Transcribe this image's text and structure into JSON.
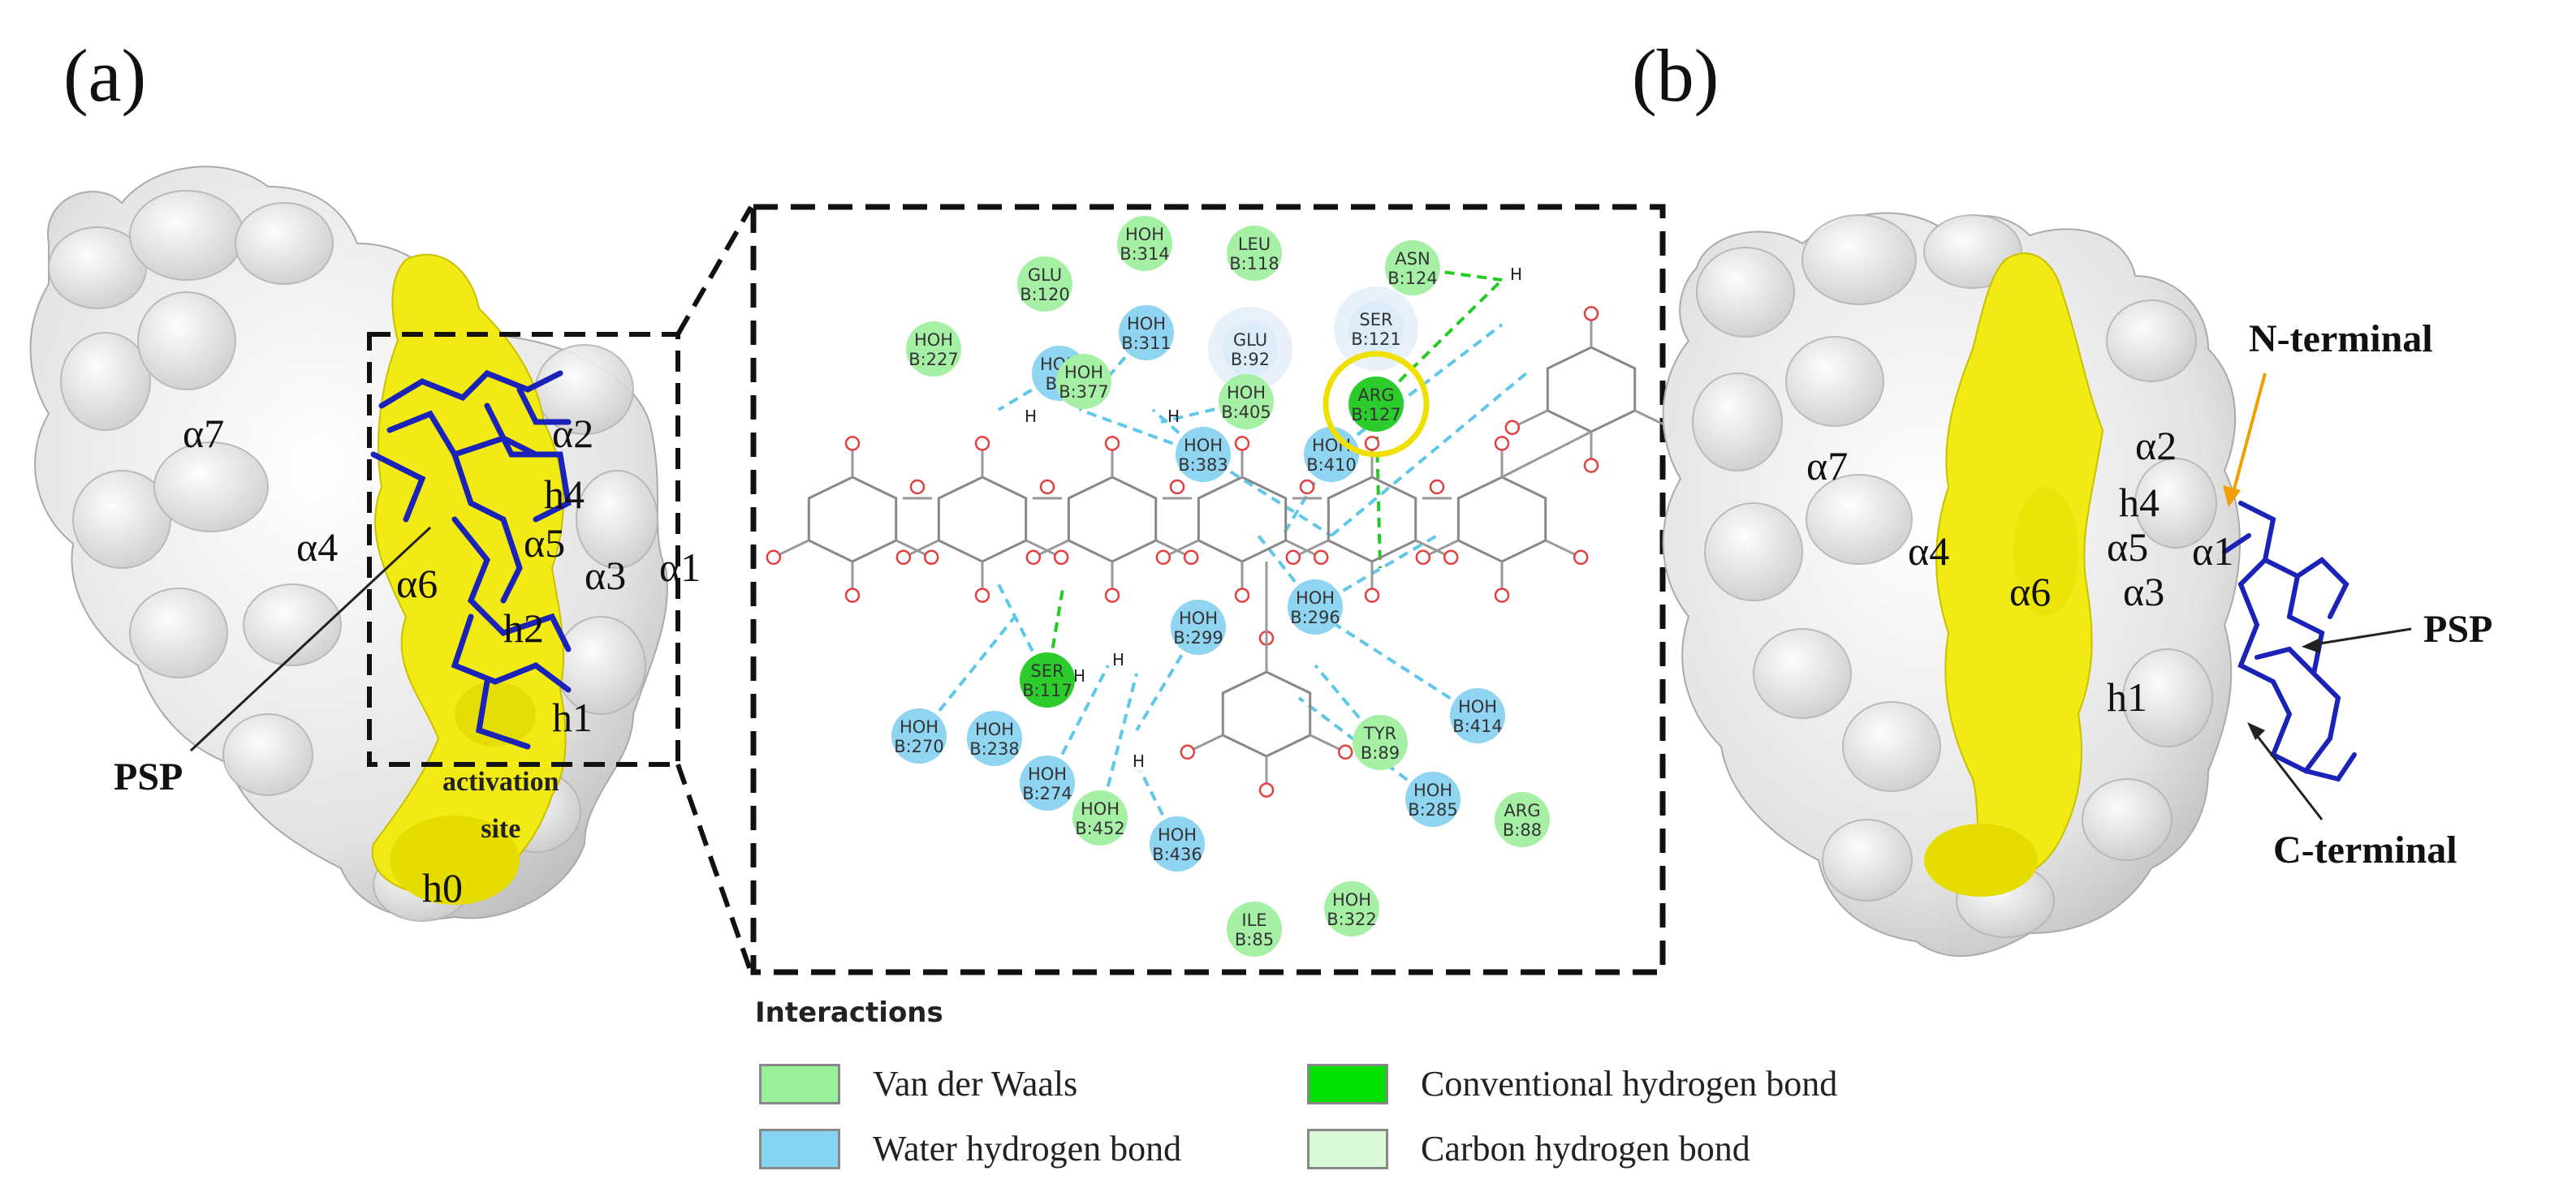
{
  "panels": {
    "a_label": "(a)",
    "b_label": "(b)"
  },
  "panel_a": {
    "helices": [
      "α7",
      "α4",
      "α6",
      "α5",
      "α3",
      "α1",
      "α2",
      "h4",
      "h2",
      "h1",
      "h0"
    ],
    "psp_label": "PSP",
    "activation_site_label": [
      "activation",
      "site"
    ]
  },
  "panel_b": {
    "helices": [
      "α7",
      "α4",
      "α6",
      "α5",
      "α3",
      "α1",
      "α2",
      "h4",
      "h1"
    ],
    "n_terminal_label": "N-terminal",
    "c_terminal_label": "C-terminal",
    "psp_label": "PSP"
  },
  "interaction_map": {
    "residues": [
      {
        "name": "GLU",
        "id": "B:120",
        "type": "vdw"
      },
      {
        "name": "HOH",
        "id": "B:314",
        "type": "vdw"
      },
      {
        "name": "LEU",
        "id": "B:118",
        "type": "vdw"
      },
      {
        "name": "ASN",
        "id": "B:124",
        "type": "vdw"
      },
      {
        "name": "HOH",
        "id": "B:227",
        "type": "vdw"
      },
      {
        "name": "HOH",
        "id": "B:311",
        "type": "water"
      },
      {
        "name": "GLU",
        "id": "B:92",
        "type": "carbon"
      },
      {
        "name": "SER",
        "id": "B:121",
        "type": "carbon"
      },
      {
        "name": "HOH",
        "id": "B:2",
        "type": "water"
      },
      {
        "name": "HOH",
        "id": "B:377",
        "type": "vdw"
      },
      {
        "name": "HOH",
        "id": "B:405",
        "type": "vdw"
      },
      {
        "name": "ARG",
        "id": "B:127",
        "type": "conv"
      },
      {
        "name": "HOH",
        "id": "B:383",
        "type": "water"
      },
      {
        "name": "HOH",
        "id": "B:410",
        "type": "water"
      },
      {
        "name": "HOH",
        "id": "B:299",
        "type": "water"
      },
      {
        "name": "HOH",
        "id": "B:296",
        "type": "water"
      },
      {
        "name": "SER",
        "id": "B:117",
        "type": "conv"
      },
      {
        "name": "HOH",
        "id": "B:270",
        "type": "water"
      },
      {
        "name": "HOH",
        "id": "B:238",
        "type": "water"
      },
      {
        "name": "HOH",
        "id": "B:414",
        "type": "water"
      },
      {
        "name": "TYR",
        "id": "B:89",
        "type": "vdw"
      },
      {
        "name": "HOH",
        "id": "B:274",
        "type": "water"
      },
      {
        "name": "HOH",
        "id": "B:452",
        "type": "vdw"
      },
      {
        "name": "HOH",
        "id": "B:285",
        "type": "water"
      },
      {
        "name": "ARG",
        "id": "B:88",
        "type": "vdw"
      },
      {
        "name": "HOH",
        "id": "B:436",
        "type": "water"
      },
      {
        "name": "HOH",
        "id": "B:322",
        "type": "vdw"
      },
      {
        "name": "ILE",
        "id": "B:85",
        "type": "vdw"
      }
    ],
    "atom_labels": [
      "H",
      "O"
    ]
  },
  "legend": {
    "title": "Interactions",
    "items": [
      {
        "label": "Van der Waals",
        "color": "#9af09a"
      },
      {
        "label": "Conventional hydrogen bond",
        "color": "#00e000"
      },
      {
        "label": "Water hydrogen bond",
        "color": "#86d4f0"
      },
      {
        "label": "Carbon hydrogen bond",
        "color": "#d8f8d8"
      }
    ]
  },
  "colors": {
    "surface": "#e9e9e9",
    "surface_shade": "#c9c9c9",
    "active_site": "#f2ea14",
    "ligand": "#1a22b8",
    "highlight_ring": "#f0e000",
    "water_bond": "#5ec8ea",
    "conv_bond": "#22cc22"
  }
}
